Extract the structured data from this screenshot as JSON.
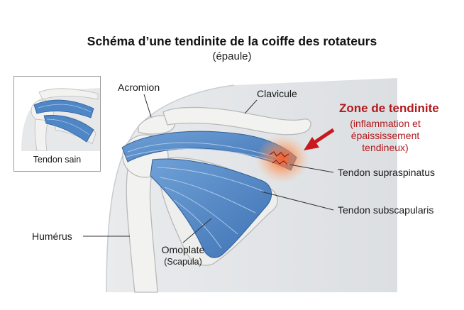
{
  "title": "Schéma d’une tendinite de la coiffe des rotateurs",
  "subtitle": "(épaule)",
  "inset": {
    "label": "Tendon sain"
  },
  "labels": {
    "acromion": "Acromion",
    "clavicule": "Clavicule",
    "humerus": "Humérus",
    "omoplate": "Omoplate",
    "scapula": "(Scapula)",
    "supraspinatus": "Tendon supraspinatus",
    "subscapularis": "Tendon subscapularis"
  },
  "zone": {
    "title": "Zone de tendinite",
    "line1": "(inflammation et",
    "line2": "épaississement",
    "line3": "tendineux)"
  },
  "colors": {
    "tendon_blue": "#4f86c6",
    "bone": "#f2f2f0",
    "bone_outline": "#b9b9b9",
    "body_fill": "#e4e6e8",
    "inflammation": "#ff7a3a",
    "arrow_red": "#c8191e",
    "zone_text": "#b3191d"
  }
}
